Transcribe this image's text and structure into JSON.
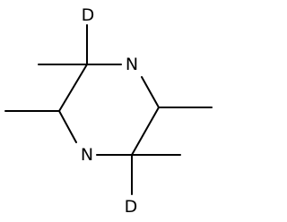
{
  "molecule": {
    "atoms": {
      "n_top": "N",
      "n_bottom": "N",
      "d_top": "D",
      "d_bottom": "D"
    },
    "label_color": "#000000",
    "bond_color": "#000000"
  }
}
